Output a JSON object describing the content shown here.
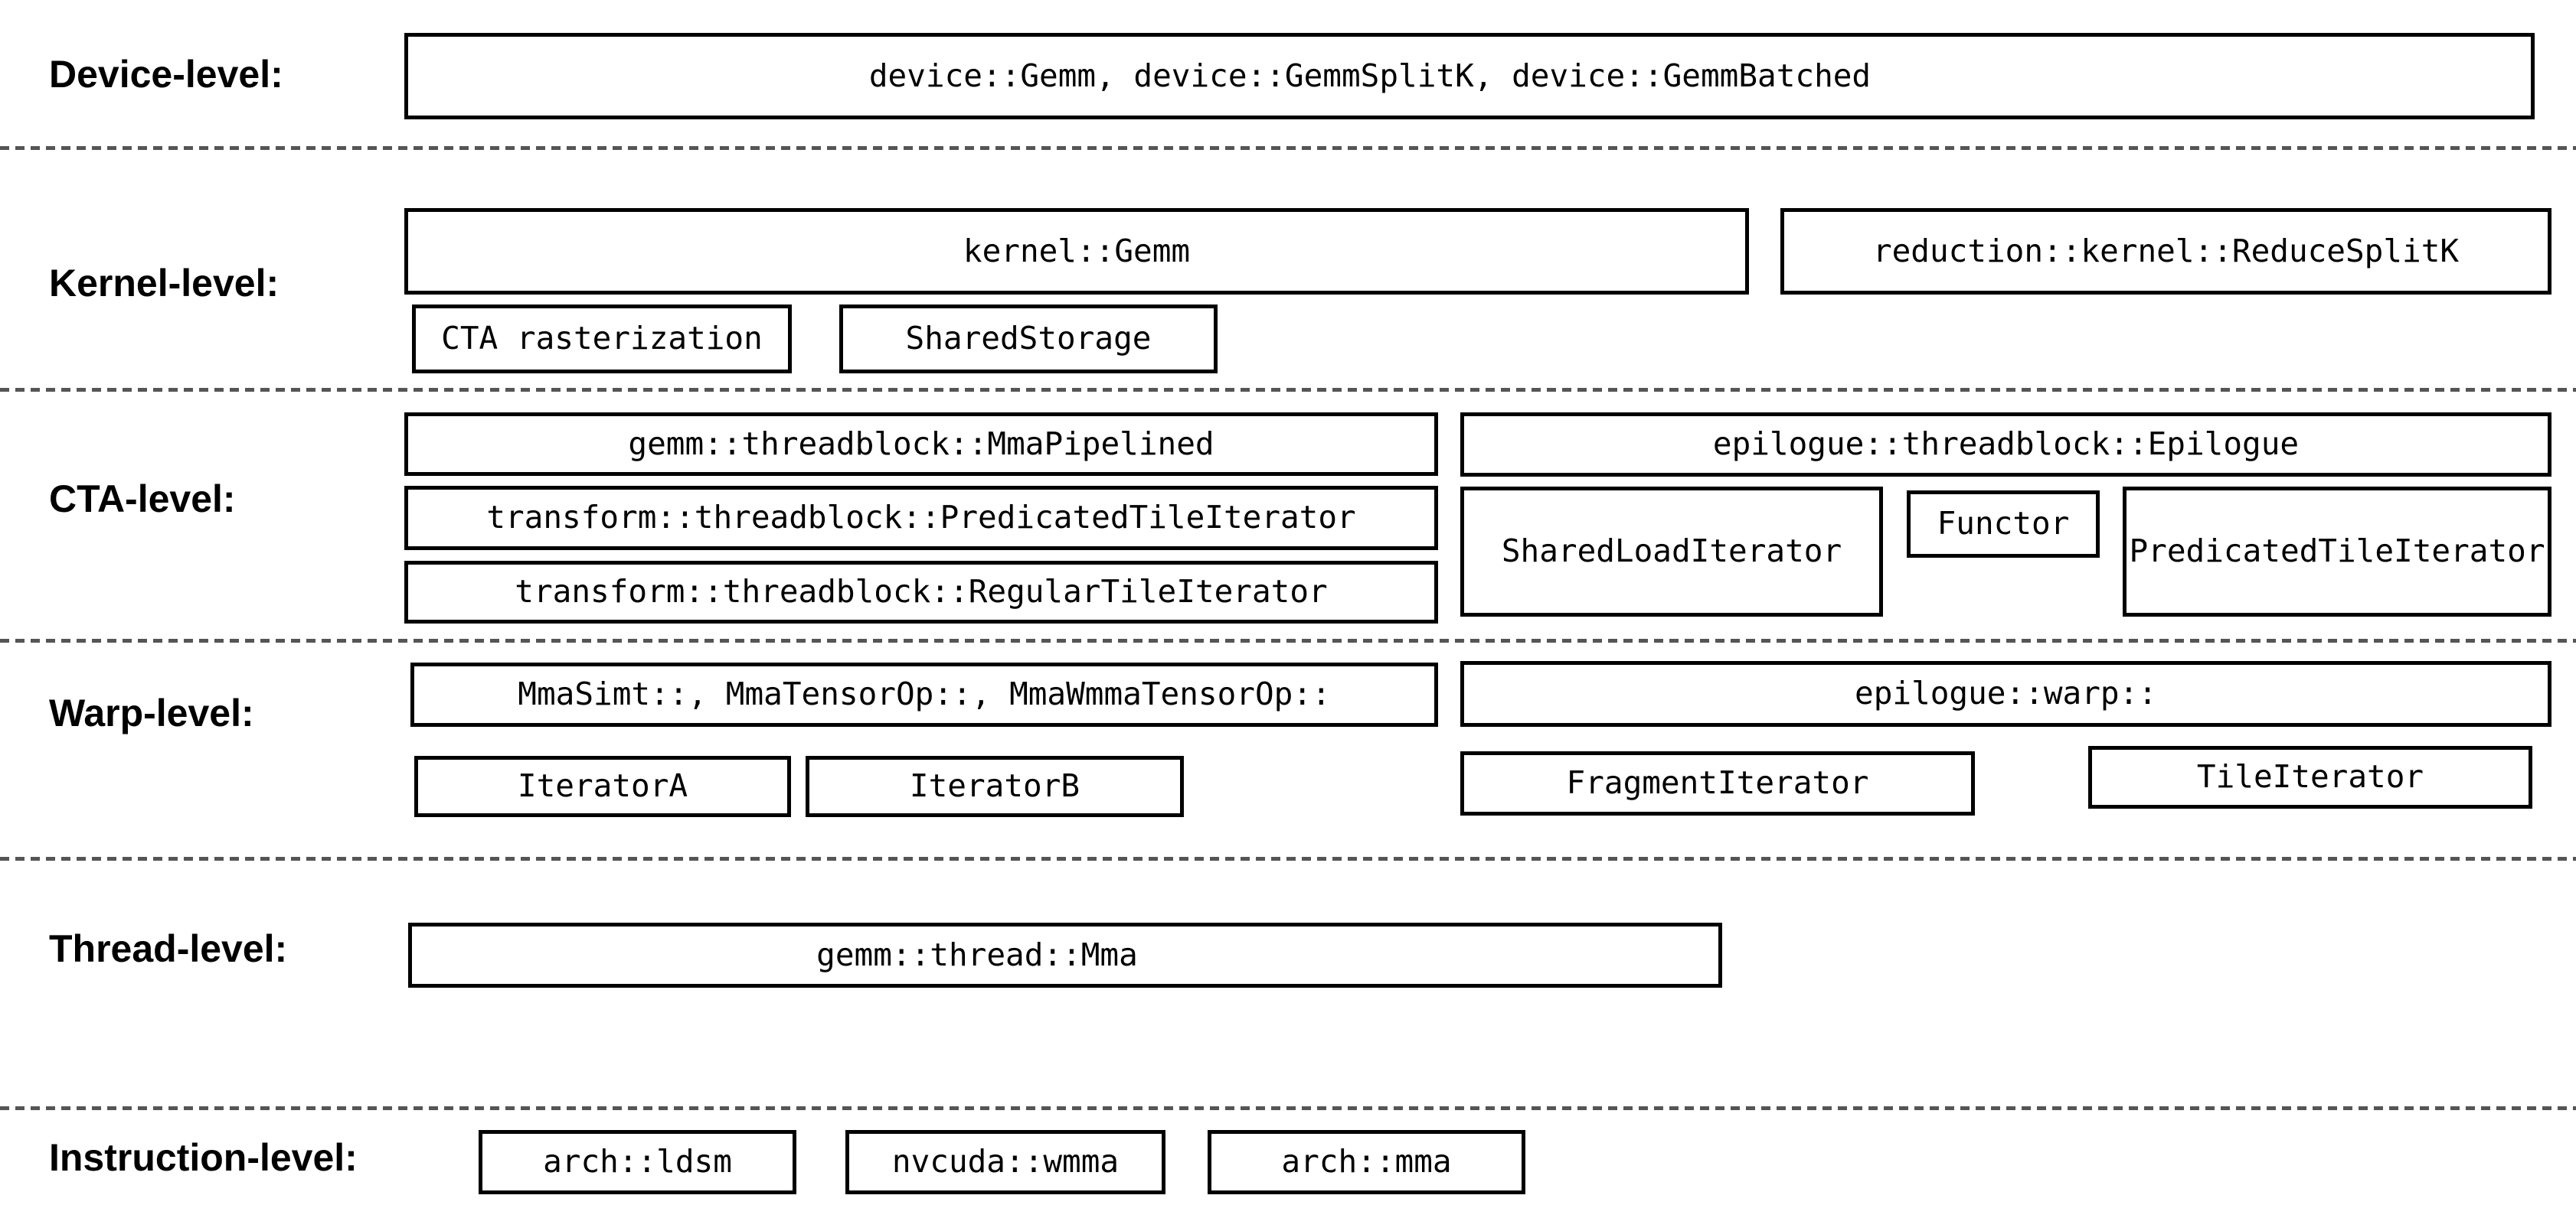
{
  "levels": {
    "device": {
      "label": "Device-level:",
      "gemm_apis": "device::Gemm, device::GemmSplitK, device::GemmBatched"
    },
    "kernel": {
      "label": "Kernel-level:",
      "gemm": "kernel::Gemm",
      "reduce_splitk": "reduction::kernel::ReduceSplitK",
      "cta_rasterization": "CTA rasterization",
      "shared_storage": "SharedStorage"
    },
    "cta": {
      "label": "CTA-level:",
      "mma_pipelined": "gemm::threadblock::MmaPipelined",
      "predicated_tile_iterator": "transform::threadblock::PredicatedTileIterator",
      "regular_tile_iterator": "transform::threadblock::RegularTileIterator",
      "epilogue": "epilogue::threadblock::Epilogue",
      "shared_load_iterator": "SharedLoadIterator",
      "functor": "Functor",
      "epilogue_predicated_tile_iterator": "PredicatedTileIterator"
    },
    "warp": {
      "label": "Warp-level:",
      "mma": "MmaSimt::, MmaTensorOp::, MmaWmmaTensorOp::",
      "iterator_a": "IteratorA",
      "iterator_b": "IteratorB",
      "epilogue_warp": "epilogue::warp::",
      "fragment_iterator": "FragmentIterator",
      "tile_iterator": "TileIterator"
    },
    "thread": {
      "label": "Thread-level:",
      "mma": "gemm::thread::Mma"
    },
    "instruction": {
      "label": "Instruction-level:",
      "arch_ldsm": "arch::ldsm",
      "nvcuda_wmma": "nvcuda::wmma",
      "arch_mma": "arch::mma"
    }
  },
  "colors": {
    "background": "#ffffff",
    "box_border": "#000000",
    "text": "#000000",
    "divider": "#555555"
  }
}
